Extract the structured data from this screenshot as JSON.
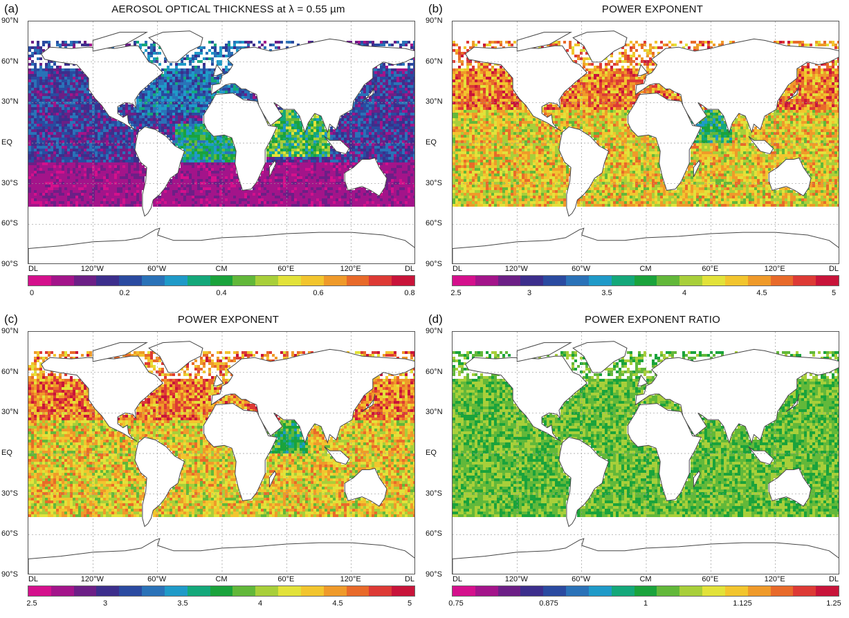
{
  "panels": [
    {
      "id": "a",
      "label": "(a)",
      "title": "AEROSOL OPTICAL THICKNESS at λ = 0.55 µm",
      "colorbar_ticks": [
        "0",
        "0.2",
        "0.4",
        "0.6",
        "0.8"
      ],
      "palette": "magenta_low"
    },
    {
      "id": "b",
      "label": "(b)",
      "title": "POWER EXPONENT",
      "colorbar_ticks": [
        "2.5",
        "3",
        "3.5",
        "4",
        "4.5",
        "5"
      ],
      "palette": "warm_mixed"
    },
    {
      "id": "c",
      "label": "(c)",
      "title": "POWER EXPONENT",
      "colorbar_ticks": [
        "2.5",
        "3",
        "3.5",
        "4",
        "4.5",
        "5"
      ],
      "palette": "warm_mixed"
    },
    {
      "id": "d",
      "label": "(d)",
      "title": "POWER EXPONENT RATIO",
      "colorbar_ticks": [
        "0.75",
        "0.875",
        "1",
        "1.125",
        "1.25"
      ],
      "palette": "green_uniform"
    }
  ],
  "lat_labels": [
    "90°N",
    "60°N",
    "30°N",
    "EQ",
    "30°S",
    "60°S",
    "90°S"
  ],
  "lon_labels": [
    "DL",
    "120°W",
    "60°W",
    "CM",
    "60°E",
    "120°E",
    "DL"
  ],
  "colorbar_colors": [
    "#d4108c",
    "#a3148a",
    "#6c1f86",
    "#3c2e8c",
    "#2a4aa0",
    "#2a72b8",
    "#1f9ac8",
    "#14a87a",
    "#1aa33c",
    "#62b83a",
    "#a8cf3a",
    "#e2e23a",
    "#f2c52e",
    "#ef9a2a",
    "#e86a2a",
    "#dd3a35",
    "#c8143a"
  ],
  "colors": {
    "land": "#ffffff",
    "coast": "#444444",
    "grid": "#9a9a9a"
  }
}
